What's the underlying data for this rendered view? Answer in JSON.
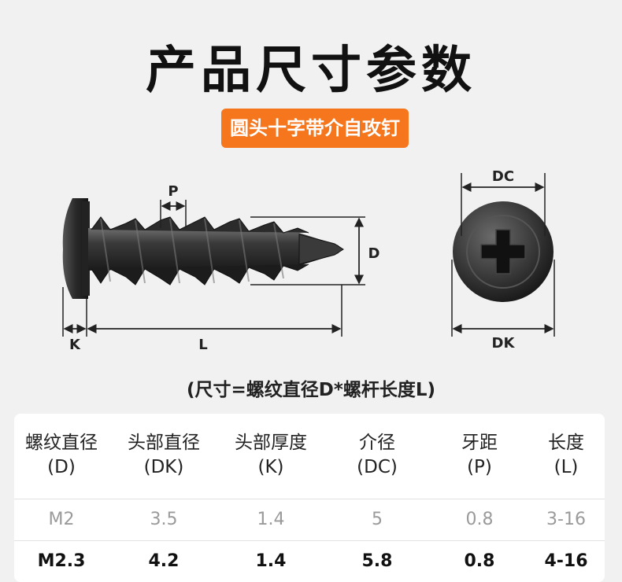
{
  "title": "产品尺寸参数",
  "product_type": "圆头十字带介自攻钉",
  "diagram_labels": {
    "p": "P",
    "d": "D",
    "k": "K",
    "l": "L",
    "dc": "DC",
    "dk": "DK"
  },
  "formula": "(尺寸=螺纹直径D*螺杆长度L)",
  "table": {
    "headers": [
      {
        "name": "螺纹直径",
        "code": "(D)"
      },
      {
        "name": "头部直径",
        "code": "(DK)"
      },
      {
        "name": "头部厚度",
        "code": "(K)"
      },
      {
        "name": "介径",
        "code": "(DC)"
      },
      {
        "name": "牙距",
        "code": "(P)"
      },
      {
        "name": "长度",
        "code": "(L)"
      }
    ],
    "rows": [
      [
        "M2",
        "3.5",
        "1.4",
        "5",
        "0.8",
        "3-16"
      ],
      [
        "M2.3",
        "4.2",
        "1.4",
        "5.8",
        "0.8",
        "4-16"
      ]
    ]
  }
}
